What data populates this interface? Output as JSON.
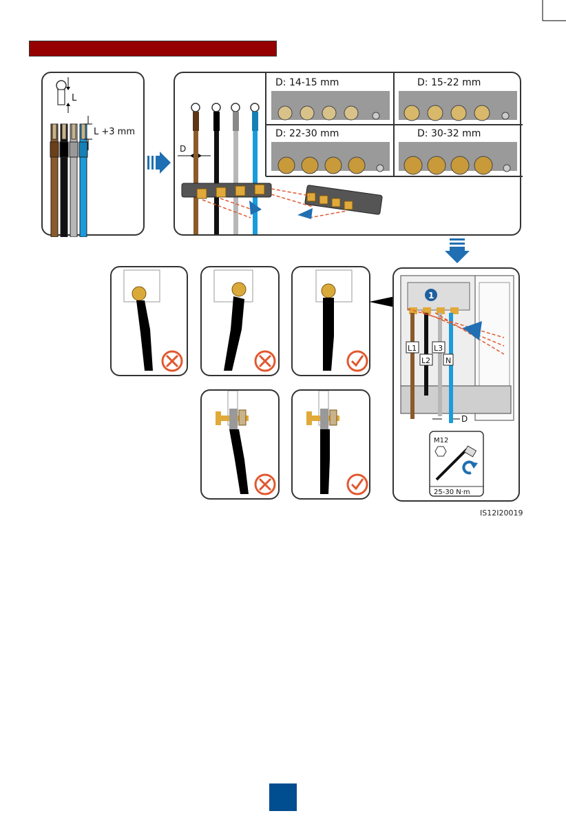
{
  "page": {
    "title_bar_color": "#950000",
    "page_number_box_color": "#004d8f",
    "figure_id": "IS12I20019"
  },
  "strip": {
    "lug_length_label": "L",
    "heat_shrink_label": "L +3 mm",
    "diameter_label": "D"
  },
  "diameters": {
    "ranges": [
      "D: 14-15 mm",
      "D: 15-22 mm",
      "D: 22-30 mm",
      "D: 30-32 mm"
    ]
  },
  "install": {
    "step_number": "1",
    "phases": [
      "L1",
      "L2",
      "L3",
      "N"
    ],
    "spacing_label": "D",
    "socket_size": "M12",
    "torque": "25-30 N·m"
  },
  "colors": {
    "brown": "#8b5a2b",
    "black": "#111111",
    "gray": "#b7b7b7",
    "blue": "#1a9bdc",
    "arrow_blue": "#1f6fb2",
    "wrong_red": "#e0582f",
    "ok_red": "#e0582f"
  },
  "examples": {
    "marks": [
      "wrong",
      "wrong",
      "correct",
      "wrong",
      "correct"
    ]
  }
}
